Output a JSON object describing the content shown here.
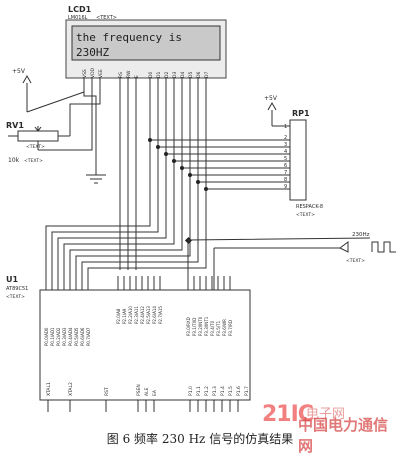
{
  "lcd": {
    "ref": "LCD1",
    "part": "LM016L",
    "line1": "the frequency is",
    "line2": "230HZ",
    "pins": [
      "VSS",
      "VDD",
      "VEE",
      "RS",
      "RW",
      "E",
      "D0",
      "D1",
      "D2",
      "D3",
      "D4",
      "D5",
      "D6",
      "D7"
    ]
  },
  "power": {
    "left": "+5V",
    "right": "+5V"
  },
  "rv1": {
    "ref": "RV1",
    "value": "10k"
  },
  "rp1": {
    "ref": "RP1",
    "part": "RESPACK-8",
    "pins": [
      "1",
      "2",
      "3",
      "4",
      "5",
      "6",
      "7",
      "8",
      "9"
    ]
  },
  "u1": {
    "ref": "U1",
    "part": "AT89C51",
    "p0": [
      "P0.0/AD0",
      "P0.1/AD1",
      "P0.2/AD2",
      "P0.3/AD3",
      "P0.4/AD4",
      "P0.5/AD5",
      "P0.6/AD6",
      "P0.7/AD7"
    ],
    "p2": [
      "P2.0/A8",
      "P2.1/A9",
      "P2.2/A10",
      "P2.3/A11",
      "P2.4/A12",
      "P2.5/A13",
      "P2.6/A14",
      "P2.7/A15"
    ],
    "p3": [
      "P3.0/RXD",
      "P3.1/TXD",
      "P3.2/INT0",
      "P3.3/INT1",
      "P3.4/T0",
      "P3.5/T1",
      "P3.6/WR",
      "P3.7/RD"
    ],
    "p1": [
      "P1.0",
      "P1.1",
      "P1.2",
      "P1.3",
      "P1.4",
      "P1.5",
      "P1.6",
      "P1.7"
    ],
    "ctrl": [
      "XTAL1",
      "XTAL2",
      "RST",
      "PSEN",
      "ALE",
      "EA"
    ]
  },
  "signal": {
    "label": "230Hz"
  },
  "text_tag": "<TEXT>",
  "caption": "图 6   频率 230  Hz 信号的仿真结果",
  "watermark": {
    "number": "21IC",
    "line1": "电子网",
    "line2": "中国电力通信网"
  }
}
